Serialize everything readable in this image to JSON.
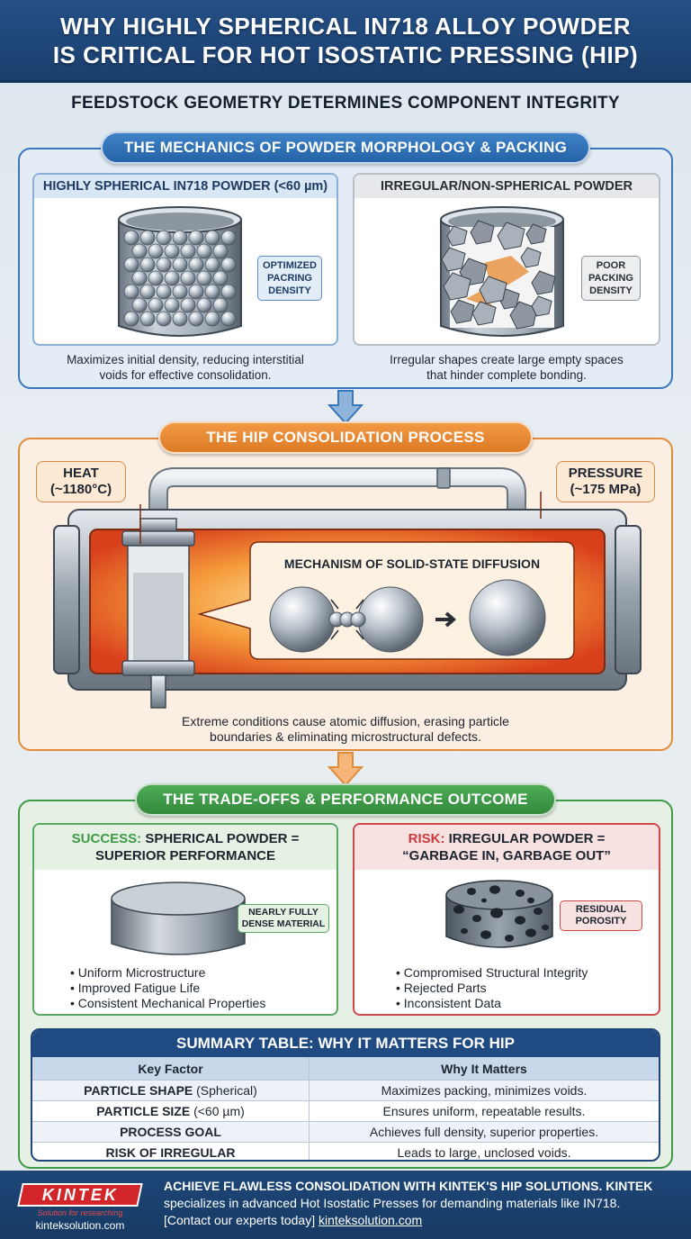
{
  "header": {
    "line1": "WHY HIGHLY SPHERICAL IN718 ALLOY POWDER",
    "line2": "IS CRITICAL FOR HOT ISOSTATIC PRESSING (HIP)"
  },
  "subtitle": "FEEDSTOCK GEOMETRY DETERMINES COMPONENT INTEGRITY",
  "section1": {
    "title": "THE MECHANICS OF POWDER MORPHOLOGY & PACKING",
    "left": {
      "title": "HIGHLY SPHERICAL IN718 POWDER (<60 µm)",
      "tag": [
        "OPTIMIZED",
        "PACRING",
        "DENSITY"
      ],
      "caption": [
        "Maximizes initial density, reducing interstitial",
        "voids for effective consolidation."
      ]
    },
    "right": {
      "title": "IRREGULAR/NON-SPHERICAL POWDER",
      "tag": [
        "POOR",
        "PACKING",
        "DENSITY"
      ],
      "caption": [
        "Irregular shapes create large empty spaces",
        "that hinder complete bonding."
      ]
    }
  },
  "section2": {
    "title": "THE HIP CONSOLIDATION PROCESS",
    "heat": [
      "HEAT",
      "(~1180°C)"
    ],
    "pressure": [
      "PRESSURE",
      "(~175 MPa)"
    ],
    "mechanism": "MECHANISM OF SOLID-STATE DIFFUSION",
    "caption": [
      "Extreme conditions cause atomic diffusion, erasing particle",
      "boundaries & eliminating microstructural defects."
    ]
  },
  "section3": {
    "title": "THE TRADE-OFFS & PERFORMANCE OUTCOME",
    "success": {
      "prefix": "SUCCESS:",
      "title1": " SPHERICAL POWDER =",
      "title2": "SUPERIOR PERFORMANCE",
      "tag": [
        "NEARLY FULLY",
        "DENSE MATERIAL"
      ],
      "bullets": [
        "Uniform Microstructure",
        "Improved Fatigue Life",
        "Consistent Mechanical Properties"
      ]
    },
    "risk": {
      "prefix": "RISK:",
      "title1": " IRREGULAR POWDER =",
      "title2": "“GARBAGE IN, GARBAGE OUT”",
      "tag": [
        "RESIDUAL",
        "POROSITY"
      ],
      "bullets": [
        "Compromised Structural Integrity",
        "Rejected Parts",
        "Inconsistent Data"
      ]
    }
  },
  "table": {
    "title": "SUMMARY TABLE: WHY IT MATTERS FOR HIP",
    "headers": [
      "Key Factor",
      "Why It Matters"
    ],
    "rows": [
      {
        "bold": "PARTICLE SHAPE",
        "rest": " (Spherical)",
        "value": "Maximizes packing, minimizes voids."
      },
      {
        "bold": "PARTICLE SIZE",
        "rest": " (<60 µm)",
        "value": "Ensures uniform, repeatable results."
      },
      {
        "bold": "PROCESS GOAL",
        "rest": "",
        "value": "Achieves full density, superior properties."
      },
      {
        "bold": "RISK OF IRREGULAR",
        "rest": "",
        "value": "Leads to large, unclosed voids."
      }
    ]
  },
  "footer": {
    "logo": "KINTEK",
    "tagline": "Solution for researching",
    "site": "kinteksolution.com",
    "line1": "ACHIEVE FLAWLESS CONSOLIDATION WITH KINTEK'S HIP SOLUTIONS. KINTEK",
    "line2": "specializes in advanced Hot Isostatic Presses for demanding materials like IN718.",
    "line3_prefix": "[Contact our experts today] ",
    "line3_link": "kinteksolution.com"
  },
  "colors": {
    "blue": "#2a6bb5",
    "orange": "#e88a2e",
    "green": "#3e9a47",
    "red": "#d0474a",
    "navy": "#1f4a82"
  }
}
